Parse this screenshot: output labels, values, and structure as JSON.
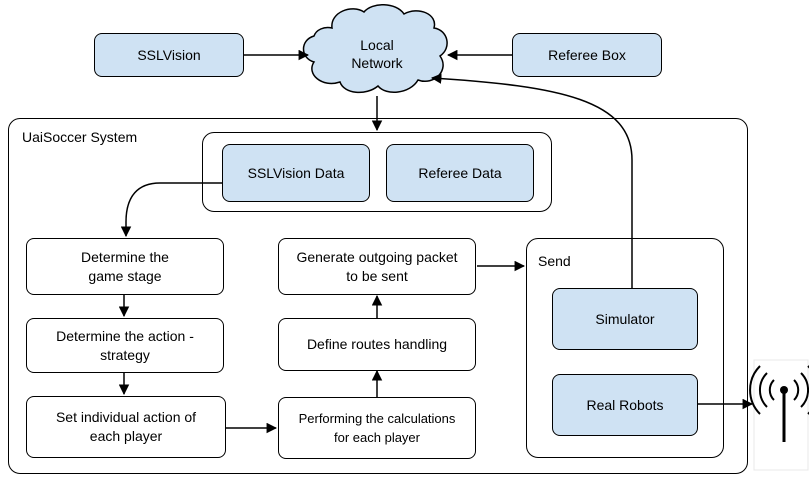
{
  "sources": {
    "sslvision": "SSLVision",
    "referee_box": "Referee Box"
  },
  "network": {
    "line1": "Local",
    "line2": "Network"
  },
  "system": {
    "title": "UaiSoccer System",
    "sslvision_data": "SSLVision Data",
    "referee_data": "Referee Data"
  },
  "pipeline": {
    "stage_1": "Determine the",
    "stage_2": "game stage",
    "action_1": "Determine the action -",
    "action_2": "strategy",
    "individual_1": "Set individual action of",
    "individual_2": "each player",
    "calc_1": "Performing the calculations",
    "calc_2": "for each player",
    "routes": "Define routes handling",
    "packet_1": "Generate outgoing packet",
    "packet_2": "to be sent"
  },
  "send": {
    "title": "Send",
    "simulator": "Simulator",
    "real_robots": "Real Robots"
  },
  "colors": {
    "node_fill": "#cfe2f3",
    "stroke": "#000000"
  },
  "icons": {
    "antenna": "radio-antenna-icon"
  }
}
